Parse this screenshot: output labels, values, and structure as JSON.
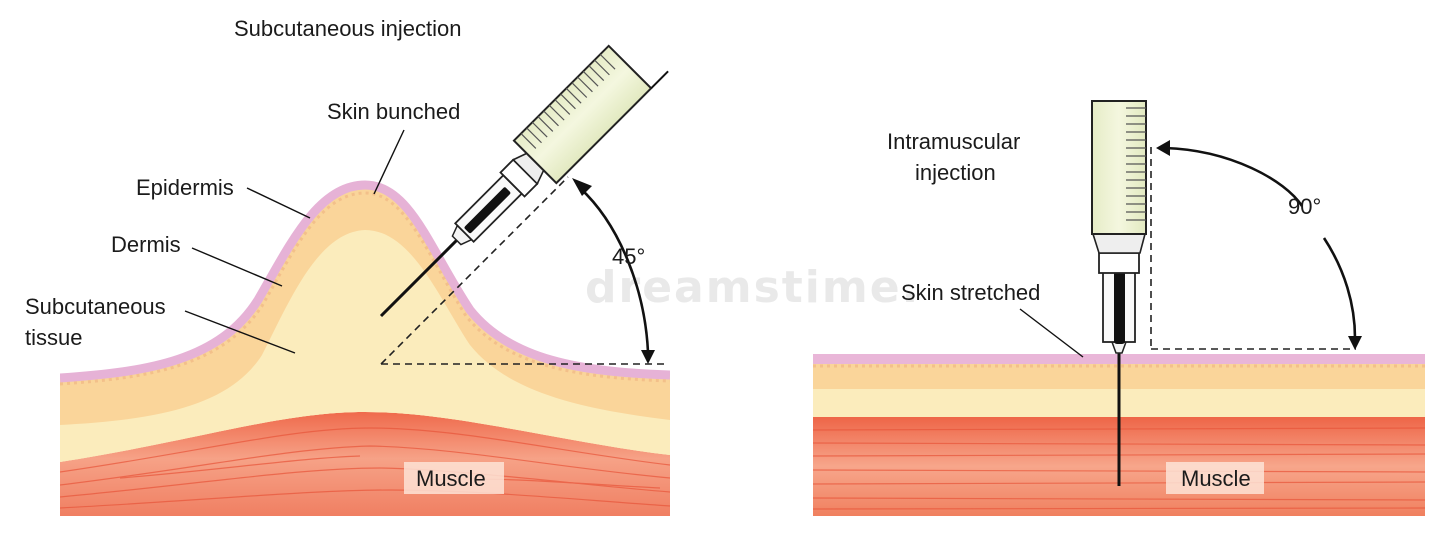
{
  "subq": {
    "title": "Subcutaneous injection",
    "skin_state": "Skin bunched",
    "layers": {
      "epidermis": "Epidermis",
      "dermis": "Dermis",
      "subcutaneous_line1": "Subcutaneous",
      "subcutaneous_line2": "tissue",
      "muscle": "Muscle"
    },
    "angle": "45°"
  },
  "im": {
    "title_line1": "Intramuscular",
    "title_line2": "injection",
    "skin_state": "Skin stretched",
    "muscle": "Muscle",
    "angle": "90°"
  },
  "watermark": "dreamstime."
}
